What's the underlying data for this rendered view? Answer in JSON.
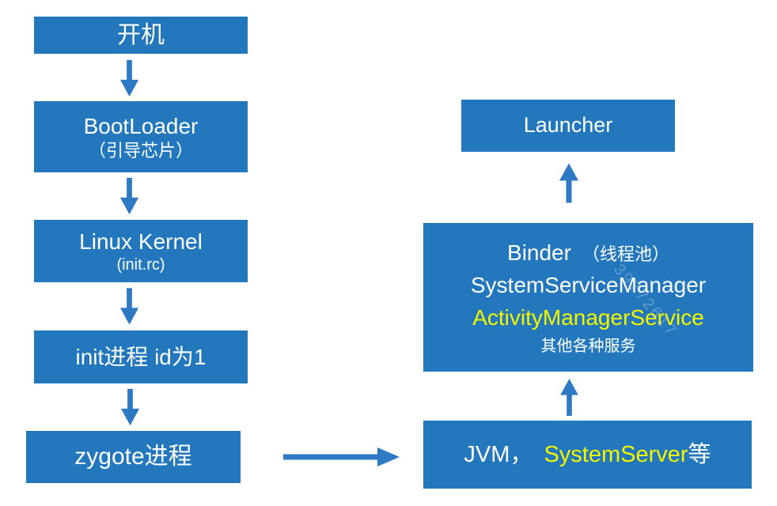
{
  "colors": {
    "box_blue": "#2377bd",
    "arrow_blue": "#2e79c3",
    "text_white": "#ffffff",
    "highlight_yellow": "#f5f500",
    "background": "#ffffff"
  },
  "diagram": {
    "power_box": {
      "label": "开机"
    },
    "bootloader_box": {
      "title": "BootLoader",
      "subtitle": "（引导芯片）"
    },
    "kernel_box": {
      "title": "Linux Kernel",
      "subtitle": "(init.rc)"
    },
    "init_box": {
      "label": "init进程 id为1"
    },
    "zygote_box": {
      "label": "zygote进程"
    },
    "launcher_box": {
      "label": "Launcher"
    },
    "services_box": {
      "line1_main": "Binder",
      "line1_note": "（线程池）",
      "line2": "SystemServiceManager",
      "line3": "ActivityManagerService",
      "line4": "其他各种服务"
    },
    "jvm_box": {
      "prefix": "JVM，",
      "highlight": "SystemServer",
      "suffix": "等"
    },
    "watermark": "39772617"
  }
}
